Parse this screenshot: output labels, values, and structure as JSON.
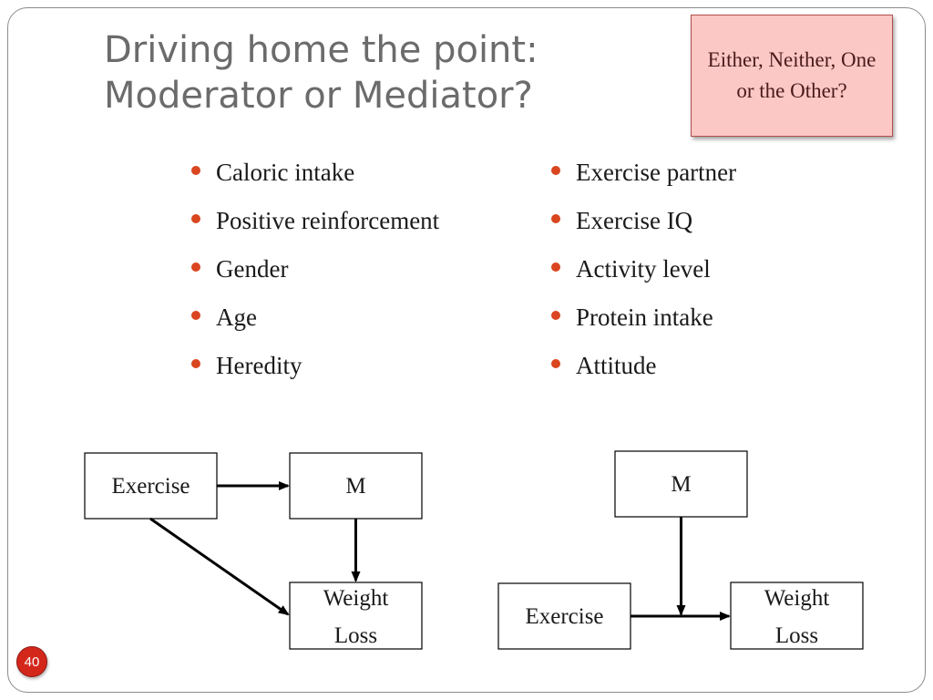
{
  "slide": {
    "title_line1": "Driving home the point:",
    "title_line2": "Moderator or Mediator?",
    "callout_text": "Either, Neither, One or the Other?",
    "page_number": "40",
    "accent_color": "#d9461f"
  },
  "bullets_left": [
    "Caloric intake",
    "Positive reinforcement",
    "Gender",
    "Age",
    "Heredity"
  ],
  "bullets_right": [
    "Exercise partner",
    "Exercise IQ",
    "Activity level",
    "Protein intake",
    "Attitude"
  ],
  "diagram_mediator": {
    "exercise": "Exercise",
    "m": "M",
    "outcome_line1": "Weight",
    "outcome_line2": "Loss"
  },
  "diagram_moderator": {
    "exercise": "Exercise",
    "m": "M",
    "outcome_line1": "Weight",
    "outcome_line2": "Loss"
  }
}
